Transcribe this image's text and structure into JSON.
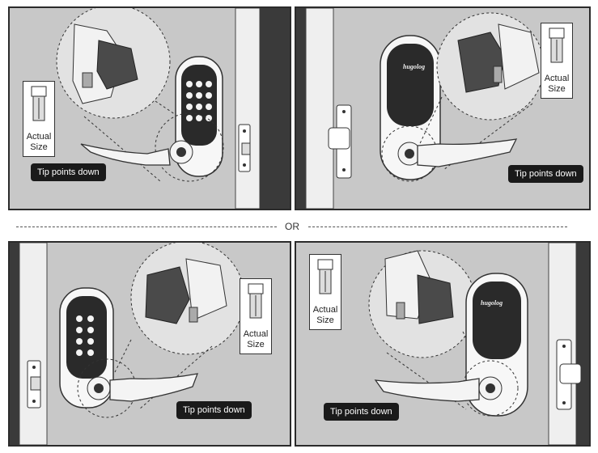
{
  "labels": {
    "tip": "Tip points down",
    "actual": "Actual",
    "size": "Size",
    "or": "OR",
    "brand": "hugolog"
  },
  "panels": [
    {
      "id": "top-left",
      "position": "top-left"
    },
    {
      "id": "top-right",
      "position": "top-right"
    },
    {
      "id": "bottom-left",
      "position": "bottom-left"
    },
    {
      "id": "bottom-right",
      "position": "bottom-right"
    }
  ]
}
